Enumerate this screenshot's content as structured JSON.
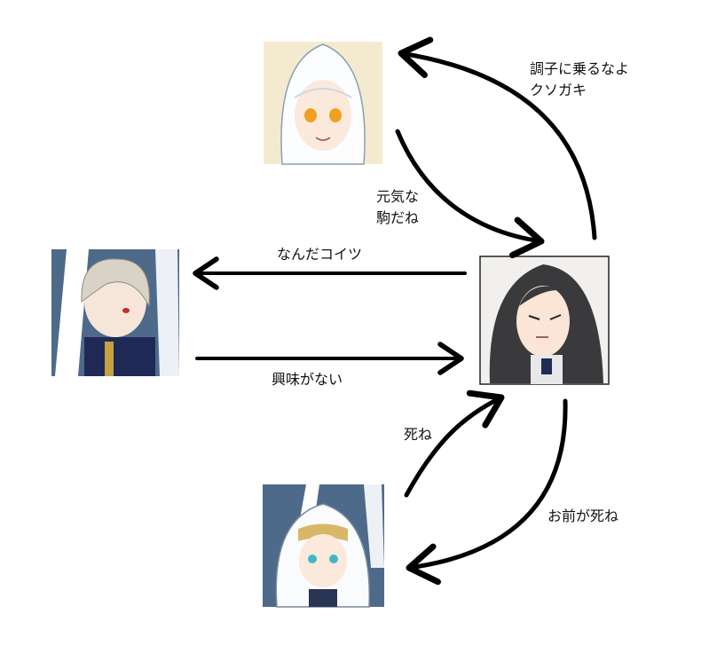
{
  "characters": [
    {
      "id": "top-nun",
      "bg": "#f3ead0"
    },
    {
      "id": "silver-haired-man",
      "bg": "#4d6a8a"
    },
    {
      "id": "dark-haired-woman",
      "bg": "#f2f0ee"
    },
    {
      "id": "bottom-nun",
      "bg": "#4d6a8a"
    }
  ],
  "relations": {
    "woman_to_top_nun": [
      "調子に乗るなよ",
      "クソガキ"
    ],
    "top_nun_to_woman": [
      "元気な",
      "駒だね"
    ],
    "woman_to_man": "なんだコイツ",
    "man_to_woman": "興味がない",
    "bottom_nun_to_woman": "死ね",
    "woman_to_bottom_nun": "お前が死ね"
  }
}
